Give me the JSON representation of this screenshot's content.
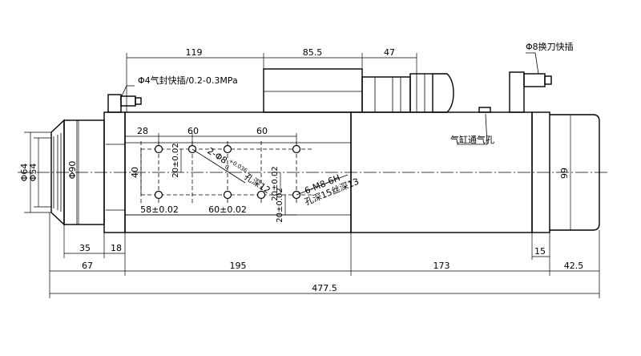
{
  "annotations": {
    "air_fitting": "Φ4气封快插/0.2-0.3MPa",
    "tool_change_fitting": "Φ8换刀快插",
    "cylinder_vent": "气缸通气孔",
    "dowel_holes": "2-Φ8",
    "dowel_tol_upper": "+0.036",
    "dowel_tol_lower": "0",
    "dowel_depth": "孔深12",
    "thread_holes": "6-M8-6H",
    "thread_depth": "孔深15丝深13"
  },
  "dimensions": {
    "d_119": "119",
    "d_85_5": "85.5",
    "d_47": "47",
    "d_28": "28",
    "d_60_top_left": "60",
    "d_60_top_right": "60",
    "d_40": "40",
    "d_20a": "20±0.02",
    "d_20b": "20±0.02",
    "d_20c": "20±0.02",
    "d_58": "58±0.02",
    "d_60_bottom": "60±0.02",
    "d_phi64": "Φ64",
    "d_phi54": "Φ54",
    "d_phi90": "Φ90",
    "d_99": "99",
    "d_35": "35",
    "d_18": "18",
    "d_67": "67",
    "d_195": "195",
    "d_173": "173",
    "d_15": "15",
    "d_42_5": "42.5",
    "d_477_5": "477.5"
  }
}
